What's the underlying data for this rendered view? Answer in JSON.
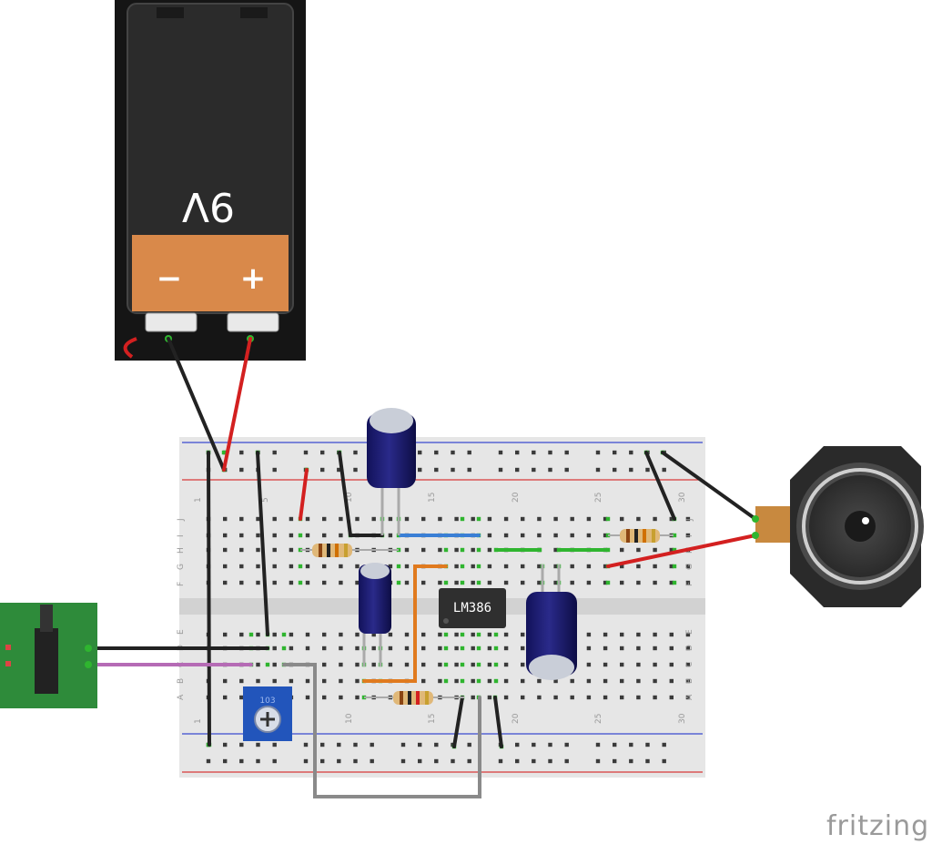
{
  "battery": {
    "label": "9V",
    "minus": "−",
    "plus": "+"
  },
  "ic": {
    "label": "LM386"
  },
  "breadboard": {
    "col_numbers": [
      "1",
      "5",
      "10",
      "15",
      "20",
      "25",
      "30"
    ],
    "row_letters_top": [
      "J",
      "I",
      "H",
      "G",
      "F"
    ],
    "row_letters_bottom": [
      "E",
      "D",
      "C",
      "B",
      "A"
    ]
  },
  "potentiometer": {
    "label": "103"
  },
  "brand": "fritzing",
  "colors": {
    "wire_red": "#d32020",
    "wire_black": "#222222",
    "wire_blue": "#3a7fd5",
    "wire_green": "#2fb52f",
    "wire_orange": "#e07a1e",
    "wire_purple": "#b56bb5",
    "wire_gray": "#8a8a8a",
    "battery_body": "#2b2b2b",
    "battery_label": "#d9894a",
    "capacitor": "#1e1e6e",
    "jack_board": "#2e8b3a",
    "pot_body": "#2255bb"
  }
}
